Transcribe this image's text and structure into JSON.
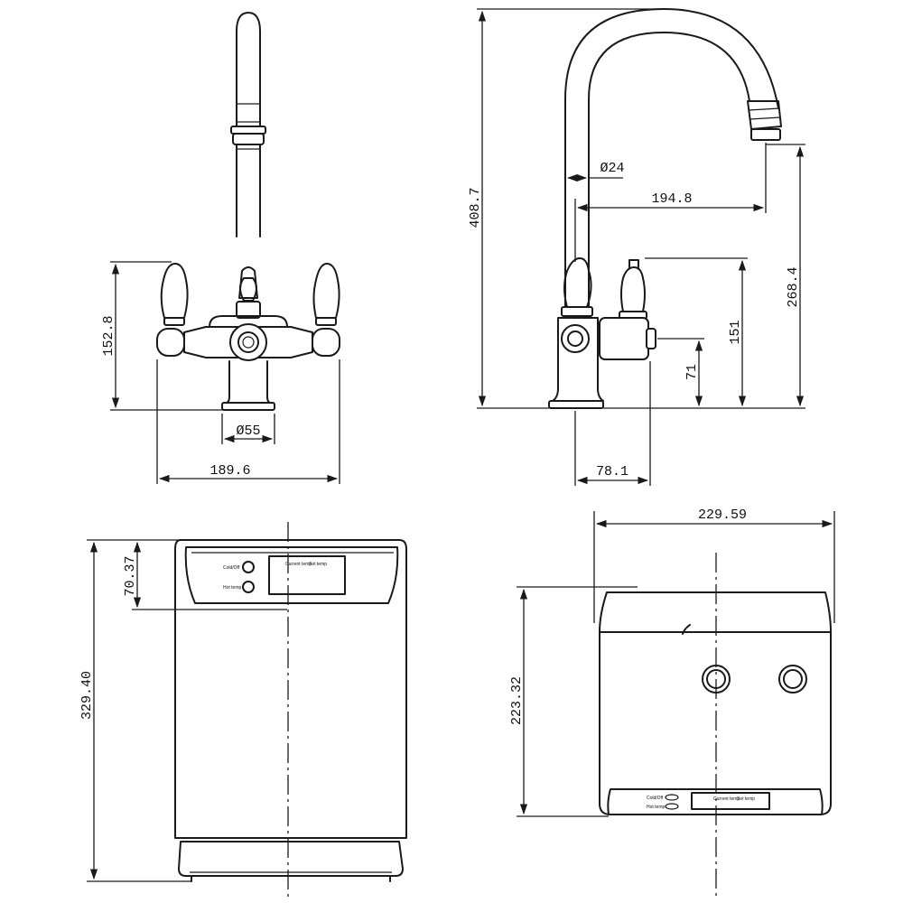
{
  "tap_front": {
    "height": "152.8",
    "base_diameter": "Ø55",
    "width": "189.6"
  },
  "tap_side": {
    "total_height": "408.7",
    "spout_diameter": "Ø24",
    "spout_reach": "194.8",
    "outlet_height": "268.4",
    "handle_height": "151",
    "inlet_height": "71",
    "depth": "78.1"
  },
  "tank_front": {
    "total_height": "329.40",
    "panel_height": "70.37",
    "panel_label_1": "Cold/Off",
    "panel_label_2": "Hot temp",
    "display_text_1": "Current temp",
    "display_text_2": "Set temp"
  },
  "tank_side": {
    "width": "229.59",
    "height": "223.32",
    "panel_label_1": "Cold/Off",
    "panel_label_2": "Hot temp",
    "display_text_1": "Current temp",
    "display_text_2": "Set temp"
  }
}
